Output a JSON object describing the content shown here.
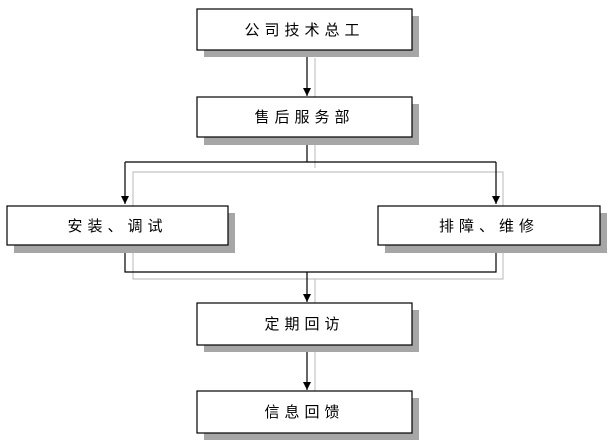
{
  "diagram": {
    "nodes": {
      "chief_engineer": "公司技术总工",
      "after_sales": "售后服务部",
      "install_debug": "安装、调试",
      "troubleshoot_repair": "排障、维修",
      "periodic_visit": "定期回访",
      "feedback": "信息回馈"
    },
    "edges": [
      [
        "chief_engineer",
        "after_sales"
      ],
      [
        "after_sales",
        "install_debug"
      ],
      [
        "after_sales",
        "troubleshoot_repair"
      ],
      [
        "install_debug",
        "periodic_visit"
      ],
      [
        "troubleshoot_repair",
        "periodic_visit"
      ],
      [
        "periodic_visit",
        "feedback"
      ]
    ],
    "colors": {
      "line": "#000000",
      "box_fill": "#ffffff",
      "shadow": "#a6a6a6"
    }
  }
}
